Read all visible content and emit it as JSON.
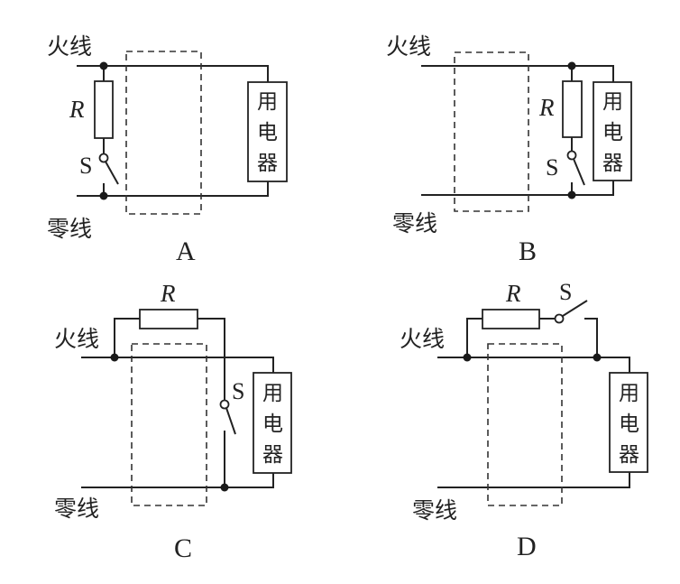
{
  "figure": {
    "description": "Four circuit options for connecting a resistor R and switch S across a household circuit",
    "live_wire_label": "火线",
    "neutral_wire_label": "零线",
    "appliance_label": [
      "用",
      "电",
      "器"
    ],
    "resistor_label": "R",
    "switch_label": "S"
  },
  "panels": [
    {
      "id": "A",
      "label": "A",
      "arrangement": "R and S in series between live and neutral, left of dashed box"
    },
    {
      "id": "B",
      "label": "B",
      "arrangement": "R and S in series between live and neutral, right of dashed box, beside appliance"
    },
    {
      "id": "C",
      "label": "C",
      "arrangement": "R bridges around dashed box on live side, S connects to neutral after box"
    },
    {
      "id": "D",
      "label": "D",
      "arrangement": "R and S in series bridging across dashed box on live wire"
    }
  ]
}
